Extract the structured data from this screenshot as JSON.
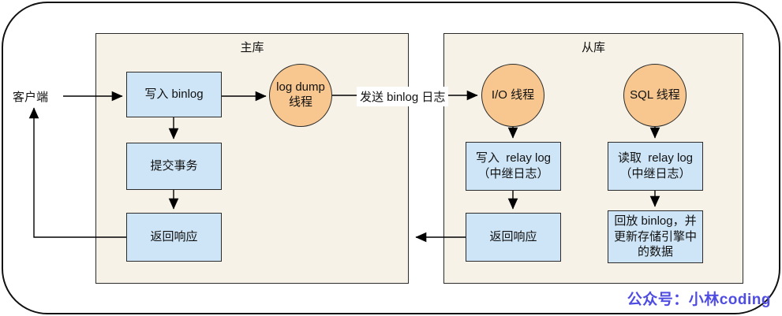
{
  "diagram": {
    "client_label": "客户端",
    "send_binlog_label": "发送 binlog 日志",
    "watermark": "公众号：小林coding",
    "master": {
      "title": "主库",
      "write_binlog": "写入 binlog",
      "log_dump_thread": [
        "log dump",
        "线程"
      ],
      "commit_transaction": "提交事务",
      "return_response": "返回响应"
    },
    "slave": {
      "title": "从库",
      "io_thread": "I/O 线程",
      "sql_thread": "SQL 线程",
      "write_relay_log": [
        "写入  relay log",
        "（中继日志）"
      ],
      "read_relay_log": [
        "读取  relay log",
        "（中继日志）"
      ],
      "return_response": "返回响应",
      "replay_binlog": [
        "回放 binlog，并",
        "更新存储引擎中",
        "的数据"
      ]
    },
    "colors": {
      "group_fill": "#f6f2e7",
      "node_fill": "#cee5f7",
      "circle_fill": "#f8c78f",
      "border": "#2b2b2b",
      "arrow": "#000000",
      "watermark": "#4f4ce2"
    }
  }
}
